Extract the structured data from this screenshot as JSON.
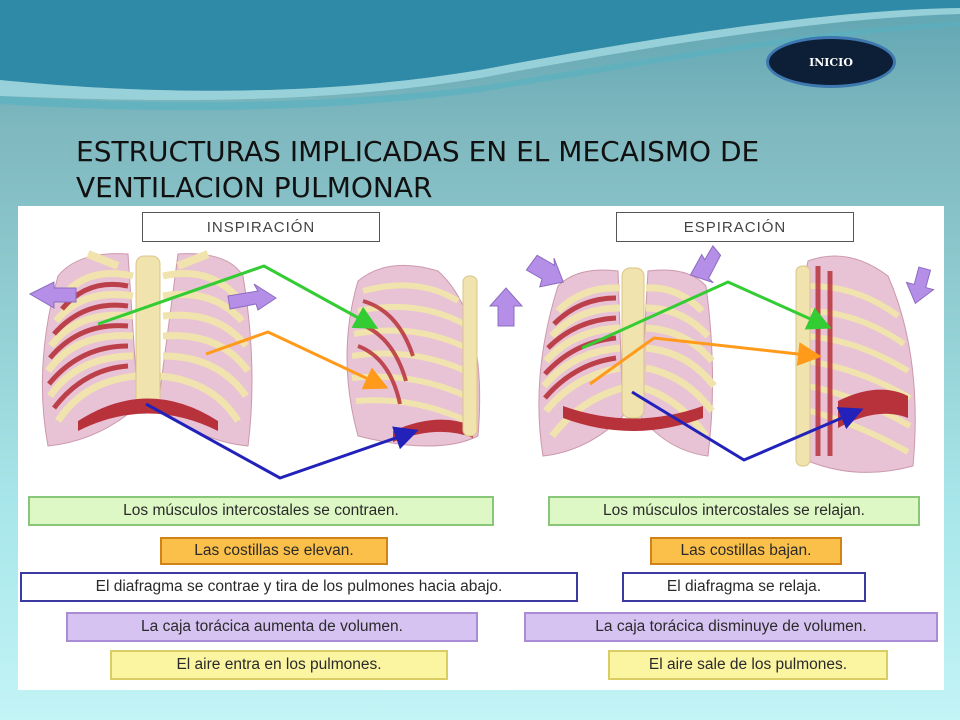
{
  "nav": {
    "inicio_label": "INICIO"
  },
  "page": {
    "title": "ESTRUCTURAS IMPLICADAS EN EL MECAISMO DE VENTILACION PULMONAR"
  },
  "inspiracion": {
    "header": "INSPIRACIÓN",
    "labels": [
      "Los músculos intercostales se contraen.",
      "Las costillas se elevan.",
      "El diafragma se contrae y tira de los pulmones hacia abajo.",
      "La caja torácica aumenta de volumen.",
      "El aire entra en los pulmones."
    ]
  },
  "espiracion": {
    "header": "ESPIRACIÓN",
    "labels": [
      "Los músculos intercostales se relajan.",
      "Las costillas bajan.",
      "El diafragma se relaja.",
      "La caja torácica disminuye de volumen.",
      "El aire sale de los pulmones."
    ]
  },
  "colors": {
    "muscle": "#b8323b",
    "bone": "#f1e3ad",
    "lung": "#e7c3d5",
    "arrow_green": "#33cc33",
    "arrow_orange": "#ff9a1a",
    "arrow_blue": "#2222bb",
    "arrow_purple": "#b58ee8"
  }
}
